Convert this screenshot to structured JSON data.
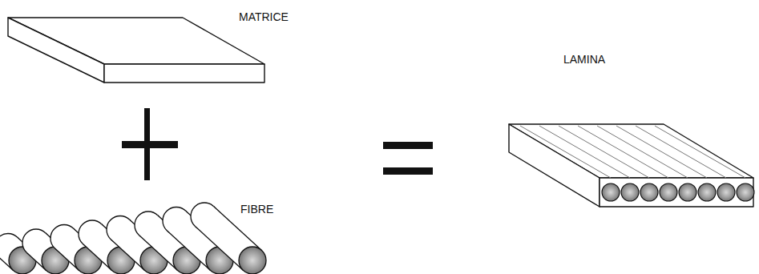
{
  "diagram": {
    "labels": [
      "MATRICE",
      "FIBRE",
      "LAMINA"
    ]
  }
}
